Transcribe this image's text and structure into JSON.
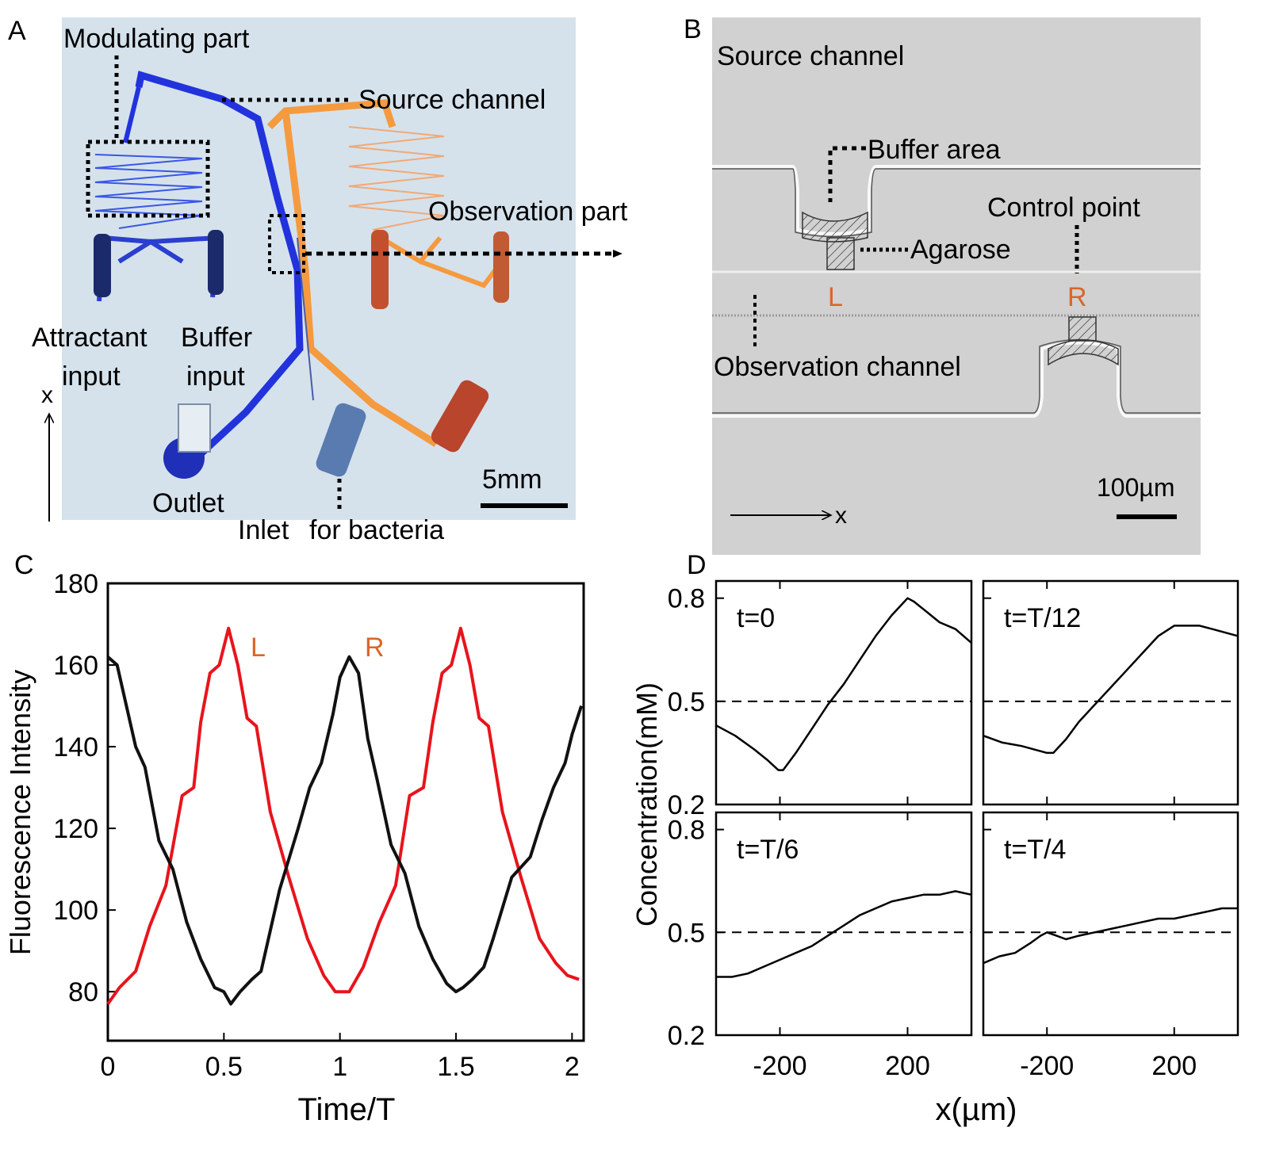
{
  "panels": {
    "a": {
      "letter": "A",
      "labels": {
        "modulating": "Modulating part",
        "source": "Source channel",
        "observation": "Observation part",
        "attractant_1": "Attractant",
        "attractant_2": "input",
        "buffer_1": "Buffer",
        "buffer_2": "input",
        "outlet": "Outlet",
        "inlet": "Inlet",
        "for_bacteria": "for bacteria",
        "x": "x",
        "scale": "5mm"
      }
    },
    "b": {
      "letter": "B",
      "labels": {
        "source": "Source channel",
        "buffer_area": "Buffer area",
        "control_point": "Control point",
        "agarose": "Agarose",
        "L": "L",
        "R": "R",
        "observation": "Observation channel",
        "x": "x",
        "scale": "100µm"
      }
    },
    "c": {
      "letter": "C"
    },
    "d": {
      "letter": "D",
      "ylabel": "Concentration(mM)",
      "xlabel": "x(µm)"
    }
  },
  "colors": {
    "blue_channel": "#2233dd",
    "orange_channel": "#f59a3e",
    "L_curve": "#e8141c",
    "R_curve": "#111111",
    "label_orange": "#d9662a",
    "photo_bg": "#d9e6ef",
    "micro_bg": "#cfcfcf"
  },
  "chart_data": [
    {
      "panel": "C",
      "type": "line",
      "xlabel": "Time/T",
      "ylabel": "Fluorescence Intensity",
      "xlim": [
        0,
        2.05
      ],
      "ylim": [
        68,
        180
      ],
      "xticks": [
        "0",
        "0.5",
        "1",
        "1.5",
        "2"
      ],
      "xtick_values": [
        0,
        0.5,
        1,
        1.5,
        2
      ],
      "yticks": [
        "80",
        "100",
        "120",
        "140",
        "160",
        "180"
      ],
      "ytick_values": [
        80,
        100,
        120,
        140,
        160,
        180
      ],
      "series": [
        {
          "name": "L",
          "color": "#e8141c",
          "x": [
            0,
            0.05,
            0.12,
            0.18,
            0.25,
            0.32,
            0.37,
            0.4,
            0.44,
            0.48,
            0.52,
            0.56,
            0.6,
            0.64,
            0.7,
            0.78,
            0.86,
            0.93,
            0.98,
            1.04,
            1.1,
            1.17,
            1.24,
            1.3,
            1.36,
            1.4,
            1.44,
            1.48,
            1.52,
            1.56,
            1.6,
            1.64,
            1.7,
            1.78,
            1.86,
            1.93,
            1.98,
            2.03
          ],
          "y": [
            77,
            81,
            85,
            96,
            106,
            128,
            130,
            146,
            158,
            160,
            169,
            160,
            147,
            145,
            124,
            108,
            93,
            84,
            80,
            80,
            86,
            97,
            106,
            128,
            130,
            146,
            158,
            160,
            169,
            160,
            147,
            145,
            124,
            108,
            93,
            87,
            84,
            83
          ]
        },
        {
          "name": "R",
          "color": "#111111",
          "x": [
            0,
            0.04,
            0.08,
            0.12,
            0.16,
            0.22,
            0.28,
            0.34,
            0.4,
            0.46,
            0.5,
            0.53,
            0.57,
            0.62,
            0.66,
            0.74,
            0.82,
            0.87,
            0.92,
            0.97,
            1.0,
            1.04,
            1.08,
            1.12,
            1.16,
            1.22,
            1.28,
            1.34,
            1.4,
            1.46,
            1.5,
            1.53,
            1.57,
            1.62,
            1.66,
            1.74,
            1.82,
            1.87,
            1.92,
            1.97,
            2.0,
            2.04
          ],
          "y": [
            162,
            160,
            150,
            140,
            135,
            117,
            110,
            97,
            88,
            81,
            80,
            77,
            80,
            83,
            85,
            105,
            120,
            130,
            136,
            148,
            157,
            162,
            158,
            142,
            132,
            116,
            109,
            96,
            88,
            82,
            80,
            81,
            83,
            86,
            93,
            108,
            113,
            122,
            130,
            136,
            143,
            150
          ]
        }
      ],
      "annotations": [
        "L",
        "R"
      ]
    },
    {
      "panel": "D",
      "type": "line",
      "xlabel": "x(µm)",
      "ylabel": "Concentration(mM)",
      "xlim": [
        -400,
        400
      ],
      "ylim": [
        0.2,
        0.85
      ],
      "xticks": [
        "-200",
        "200"
      ],
      "xtick_values": [
        -200,
        200
      ],
      "yticks": [
        "0.2",
        "0.5",
        "0.8"
      ],
      "ytick_values": [
        0.2,
        0.5,
        0.8
      ],
      "reference_line": 0.5,
      "subplots": [
        {
          "label": "t=0",
          "x": [
            -400,
            -340,
            -280,
            -240,
            -205,
            -190,
            -150,
            -100,
            -50,
            0,
            50,
            100,
            150,
            200,
            220,
            260,
            300,
            350,
            400
          ],
          "y": [
            0.43,
            0.4,
            0.36,
            0.33,
            0.3,
            0.3,
            0.35,
            0.42,
            0.49,
            0.55,
            0.62,
            0.69,
            0.75,
            0.8,
            0.79,
            0.76,
            0.73,
            0.71,
            0.67
          ]
        },
        {
          "label": "t=T/12",
          "x": [
            -400,
            -340,
            -280,
            -240,
            -200,
            -180,
            -140,
            -100,
            -50,
            0,
            50,
            100,
            150,
            200,
            240,
            280,
            320,
            360,
            400
          ],
          "y": [
            0.4,
            0.38,
            0.37,
            0.36,
            0.35,
            0.35,
            0.39,
            0.44,
            0.49,
            0.54,
            0.59,
            0.64,
            0.69,
            0.72,
            0.72,
            0.72,
            0.71,
            0.7,
            0.69
          ]
        },
        {
          "label": "t=T/6",
          "x": [
            -400,
            -350,
            -300,
            -250,
            -200,
            -150,
            -100,
            -50,
            0,
            50,
            100,
            150,
            200,
            250,
            300,
            350,
            400
          ],
          "y": [
            0.37,
            0.37,
            0.38,
            0.4,
            0.42,
            0.44,
            0.46,
            0.49,
            0.52,
            0.55,
            0.57,
            0.59,
            0.6,
            0.61,
            0.61,
            0.62,
            0.61
          ]
        },
        {
          "label": "t=T/4",
          "x": [
            -400,
            -350,
            -300,
            -250,
            -220,
            -200,
            -170,
            -140,
            -100,
            -50,
            0,
            50,
            100,
            150,
            200,
            250,
            300,
            350,
            400
          ],
          "y": [
            0.41,
            0.43,
            0.44,
            0.47,
            0.49,
            0.5,
            0.49,
            0.48,
            0.49,
            0.5,
            0.51,
            0.52,
            0.53,
            0.54,
            0.54,
            0.55,
            0.56,
            0.57,
            0.57
          ]
        }
      ]
    }
  ]
}
